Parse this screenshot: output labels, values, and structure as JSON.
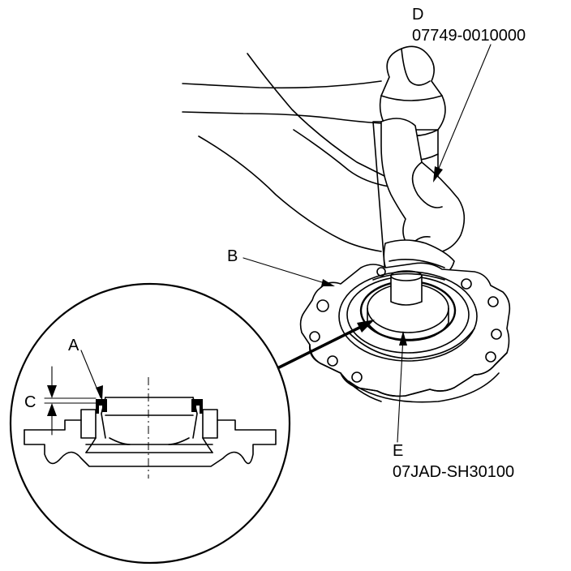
{
  "labels": {
    "a": "A",
    "b": "B",
    "c": "C",
    "d": "D",
    "d_part": "07749-0010000",
    "e": "E",
    "e_part": "07JAD-SH30100"
  }
}
